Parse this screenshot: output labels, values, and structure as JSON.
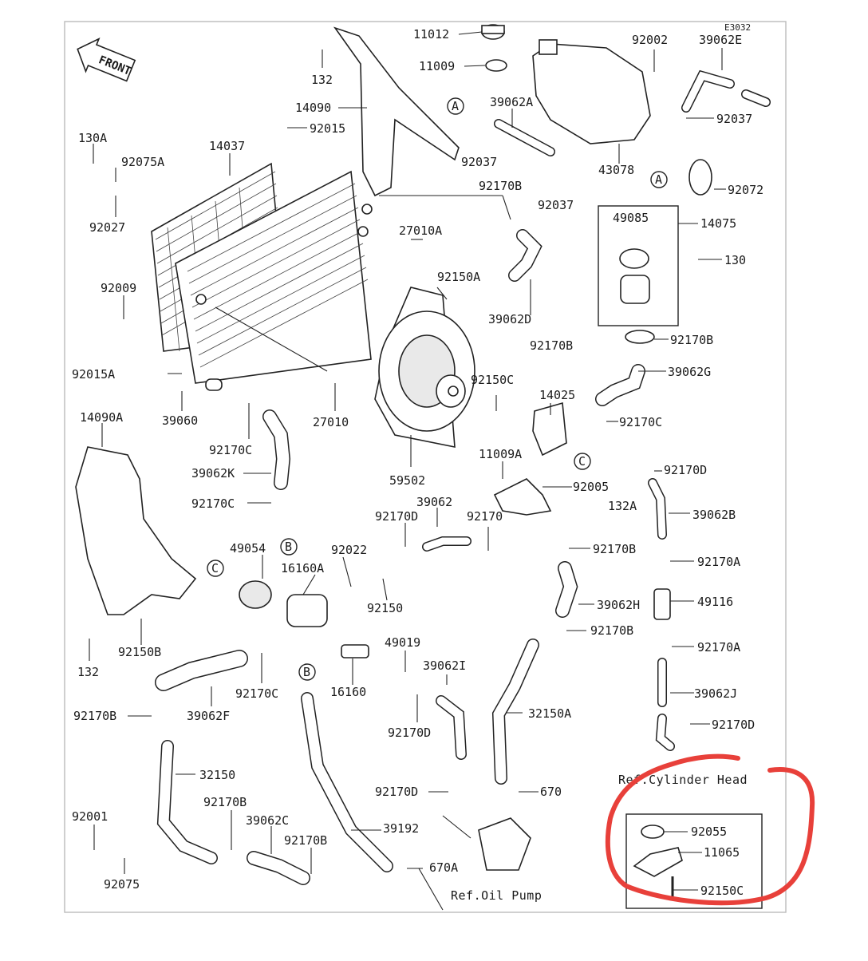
{
  "diagram": {
    "code": "E3032",
    "front": "FRONT",
    "ref_cylinder_head": "Ref.Cylinder Head",
    "ref_oil_pump": "Ref.Oil Pump",
    "highlight_color": "#e8403a",
    "callouts": [
      "A",
      "A",
      "B",
      "B",
      "C",
      "C"
    ],
    "labels": [
      "11012",
      "11009",
      "92002",
      "39062E",
      "132",
      "14090",
      "39062A",
      "92037",
      "43078",
      "92072",
      "92015",
      "14037",
      "130A",
      "92075A",
      "92027",
      "92037",
      "92170B",
      "92037",
      "27010A",
      "49085",
      "14075",
      "130",
      "92009",
      "92150A",
      "39062D",
      "92170B",
      "92170B",
      "92015A",
      "39060",
      "27010",
      "92150C",
      "14025",
      "39062G",
      "92170C",
      "92170C",
      "14090A",
      "39062K",
      "59502",
      "11009A",
      "92005",
      "92170D",
      "132A",
      "39062B",
      "92170C",
      "39062",
      "92170D",
      "92170",
      "92170B",
      "92170A",
      "49054",
      "92022",
      "16160A",
      "49116",
      "39062H",
      "92150",
      "132",
      "92150B",
      "92170B",
      "92170A",
      "49019",
      "39062I",
      "39062J",
      "92170C",
      "16160",
      "92170B",
      "39062F",
      "92170D",
      "32150A",
      "92170D",
      "32150",
      "92170D",
      "670",
      "92001",
      "92170B",
      "39062C",
      "92170B",
      "39192",
      "670A",
      "92075",
      "92055",
      "11065",
      "92150C"
    ]
  }
}
